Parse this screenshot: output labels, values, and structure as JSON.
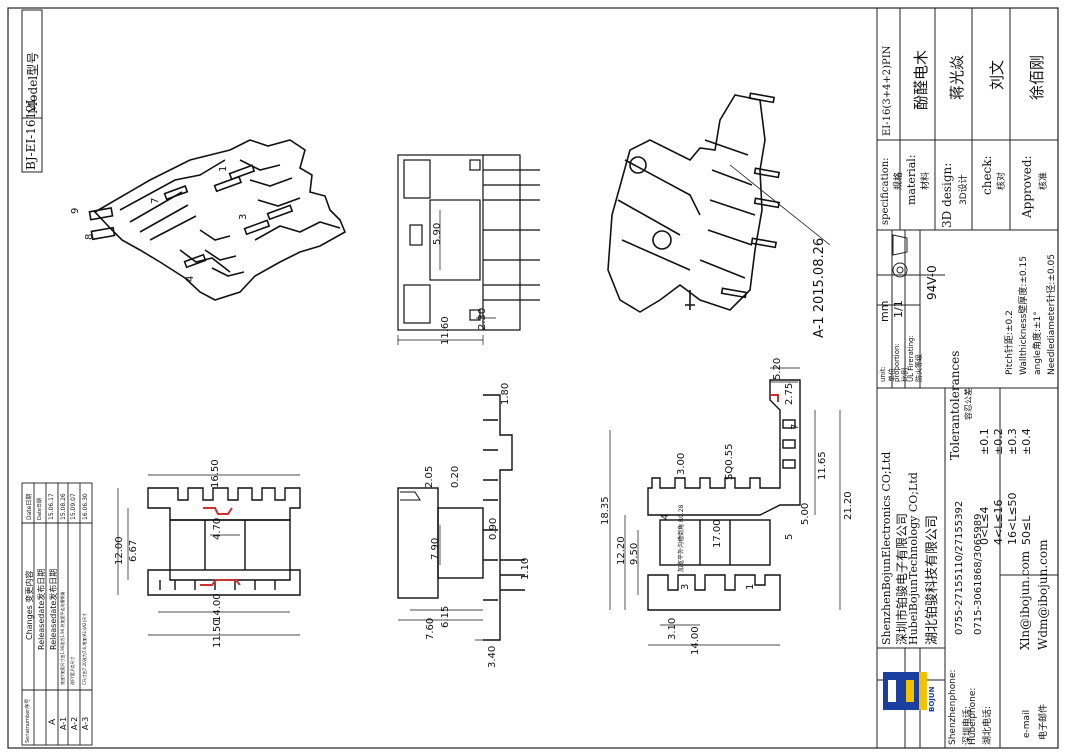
{
  "model_label": "Model型号",
  "model_value": "BJ-EI-1612L",
  "pin_numbers": [
    "9",
    "8",
    "7",
    "3",
    "1",
    "4"
  ],
  "revision_tag": "A-1 2015.08.26",
  "dimensions": {
    "top_view": [
      "5.90",
      "2.30",
      "11.60"
    ],
    "front_view": [
      "16.50",
      "4.70",
      "6.67",
      "12.00",
      "14.00",
      "11.50"
    ],
    "side_view": [
      "1.80",
      "0.20",
      "2.05",
      "0.90",
      "7.90",
      "1.10",
      "6.15",
      "7.60",
      "3.40"
    ],
    "bottom_view": [
      "5.20",
      "2.75",
      "3.00",
      "SQ0.55",
      "11.65",
      "21.20",
      "18.35",
      "12.20",
      "9.50",
      "17.00",
      "5.00",
      "3.10",
      "14.00"
    ]
  },
  "bottom_note": "加宽平外沟槽倒角 R0.28",
  "changes_table": {
    "title": "Changes 变更内容",
    "headers": [
      "Seriatnumber序号",
      "Changes 变更内容",
      "Date日期"
    ],
    "rows": [
      {
        "no": "",
        "change": "Releasedate发布日期",
        "date": "Date日期"
      },
      {
        "no": "A",
        "change": "Releasedate发布日期",
        "date": "15.06.17"
      },
      {
        "no": "A-1",
        "change": "底座Y加宽尺寸由1.90改为1.90,外加宽平边沟槽倒角",
        "date": "15.08.26"
      },
      {
        "no": "A-2",
        "change": "改FY宽,P点尺寸",
        "date": "15.09.07"
      },
      {
        "no": "A-3",
        "change": "C尺寸由7.20改为7.6,增加(A1)(A2)尺寸",
        "date": "16.06.30"
      }
    ]
  },
  "company": {
    "line1": "ShenzhenBojunElectronics CO;Ltd",
    "line2": "深圳市铂骏电子有限公司",
    "line3": "HubeiBojunTechnology CO;Ltd",
    "line4": "湖北铂骏科技有限公司",
    "logo_text": "BOJUN"
  },
  "contacts": [
    {
      "label": "Shenzhenphone:",
      "label_cn": "深圳电话:",
      "value": "0755-27155110/27155392"
    },
    {
      "label": "Hubeiphone:",
      "label_cn": "湖北电话:",
      "value": "0715-3061868/3065989"
    },
    {
      "label": "e-mail",
      "label_cn": "电子邮件",
      "value1": "Xln@ibojun.com",
      "value2": "Wdm@ibojun.com"
    }
  ],
  "tolerances": {
    "title": "Tolerantolerances",
    "title_cn": "容忍公差",
    "ranges": [
      {
        "range": "0<L≤4",
        "tol": "±0.1"
      },
      {
        "range": "4<L≤16",
        "tol": "±0.2"
      },
      {
        "range": "16<L≤50",
        "tol": "±0.3"
      },
      {
        "range": "50≤L",
        "tol": "±0.4"
      }
    ],
    "pitch": "Pitch针距:±0.2",
    "wall": "Wallthickness壁厚度:±0.15",
    "angle": "angle角度:±1°",
    "needle": "Needlediameter针径:±0.05"
  },
  "units": {
    "unit_label": "unit:",
    "unit_label_cn": "单位",
    "unit_value": "mm",
    "proportion_label": "proportion:",
    "proportion_label_cn": "比例",
    "proportion_value": "1/1",
    "fire_label": "UL Firerating:",
    "fire_label_cn": "防火等级",
    "fire_value": "94V-0"
  },
  "spec": {
    "spec_label": "specification:",
    "spec_label_cn": "规格",
    "spec_value": "EI-16(3+4+2)PIN",
    "material_label": "material:",
    "material_label_cn": "材料",
    "material_value": "酚醛电木",
    "design_label": "3D design:",
    "design_label_cn": "3D设计",
    "design_value": "蒋光焱",
    "check_label": "check:",
    "check_label_cn": "核对",
    "check_value": "刘文",
    "approved_label": "Approved:",
    "approved_label_cn": "核准",
    "approved_value": "徐佰刚"
  }
}
